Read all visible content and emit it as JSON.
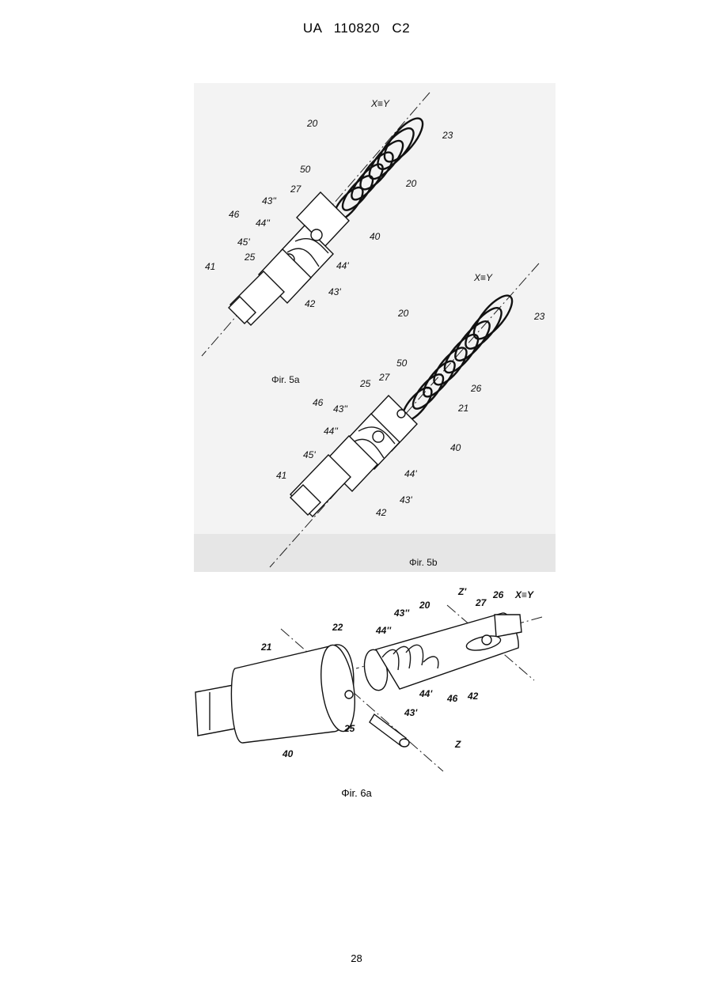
{
  "header": "UA   110820   C2",
  "page_number": "28",
  "fig5a": {
    "caption": "Φir. 5a",
    "axis_label": "X≡Y",
    "labels": [
      "20",
      "23",
      "50",
      "20",
      "27",
      "43''",
      "46",
      "44''",
      "40",
      "45'",
      "25",
      "44'",
      "41",
      "43'",
      "42"
    ]
  },
  "fig5b": {
    "caption": "Φir. 5b",
    "axis_label": "X≡Y",
    "labels": [
      "20",
      "23",
      "50",
      "27",
      "26",
      "25",
      "21",
      "46",
      "43''",
      "44''",
      "40",
      "45'",
      "41",
      "44'",
      "43'",
      "42"
    ]
  },
  "fig6a": {
    "caption": "Φir. 6a",
    "labels": [
      "Z'",
      "26",
      "X≡Y",
      "20",
      "27",
      "43''",
      "44''",
      "22",
      "21",
      "46",
      "44'",
      "42",
      "43'",
      "25",
      "Z",
      "40"
    ]
  }
}
